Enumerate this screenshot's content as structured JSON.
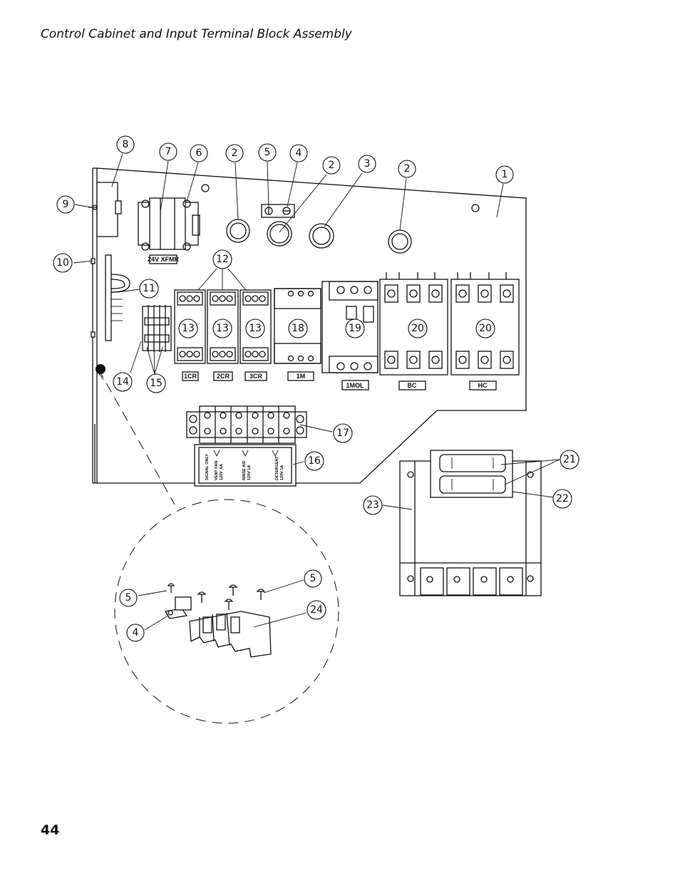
{
  "page": {
    "title": "Control Cabinet and Input Terminal Block Assembly",
    "number": "44"
  },
  "diagram": {
    "callouts": [
      "1",
      "2",
      "2",
      "2",
      "3",
      "4",
      "5",
      "6",
      "7",
      "8",
      "9",
      "10",
      "11",
      "12",
      "13",
      "13",
      "13",
      "14",
      "15",
      "16",
      "17",
      "18",
      "19",
      "20",
      "20",
      "21",
      "22",
      "23",
      "5",
      "5",
      "4",
      "24"
    ],
    "component_labels": {
      "transformer": "24V XFMR",
      "relay_1": "1CR",
      "relay_2": "2CR",
      "relay_3": "3CR",
      "contactor_1m": "1M",
      "overload": "1MOL",
      "contactor_bc": "BC",
      "contactor_hc": "HC"
    },
    "signal_plate": {
      "heading": "SIGNAL ONLY",
      "col1_line1": "VENT FAN",
      "col1_line2": "120V .6A",
      "col2_line1": "RINSE AID",
      "col2_line2": "120V 1A",
      "col3_line1": "DETERGENT",
      "col3_line2": "120V 1A"
    }
  }
}
